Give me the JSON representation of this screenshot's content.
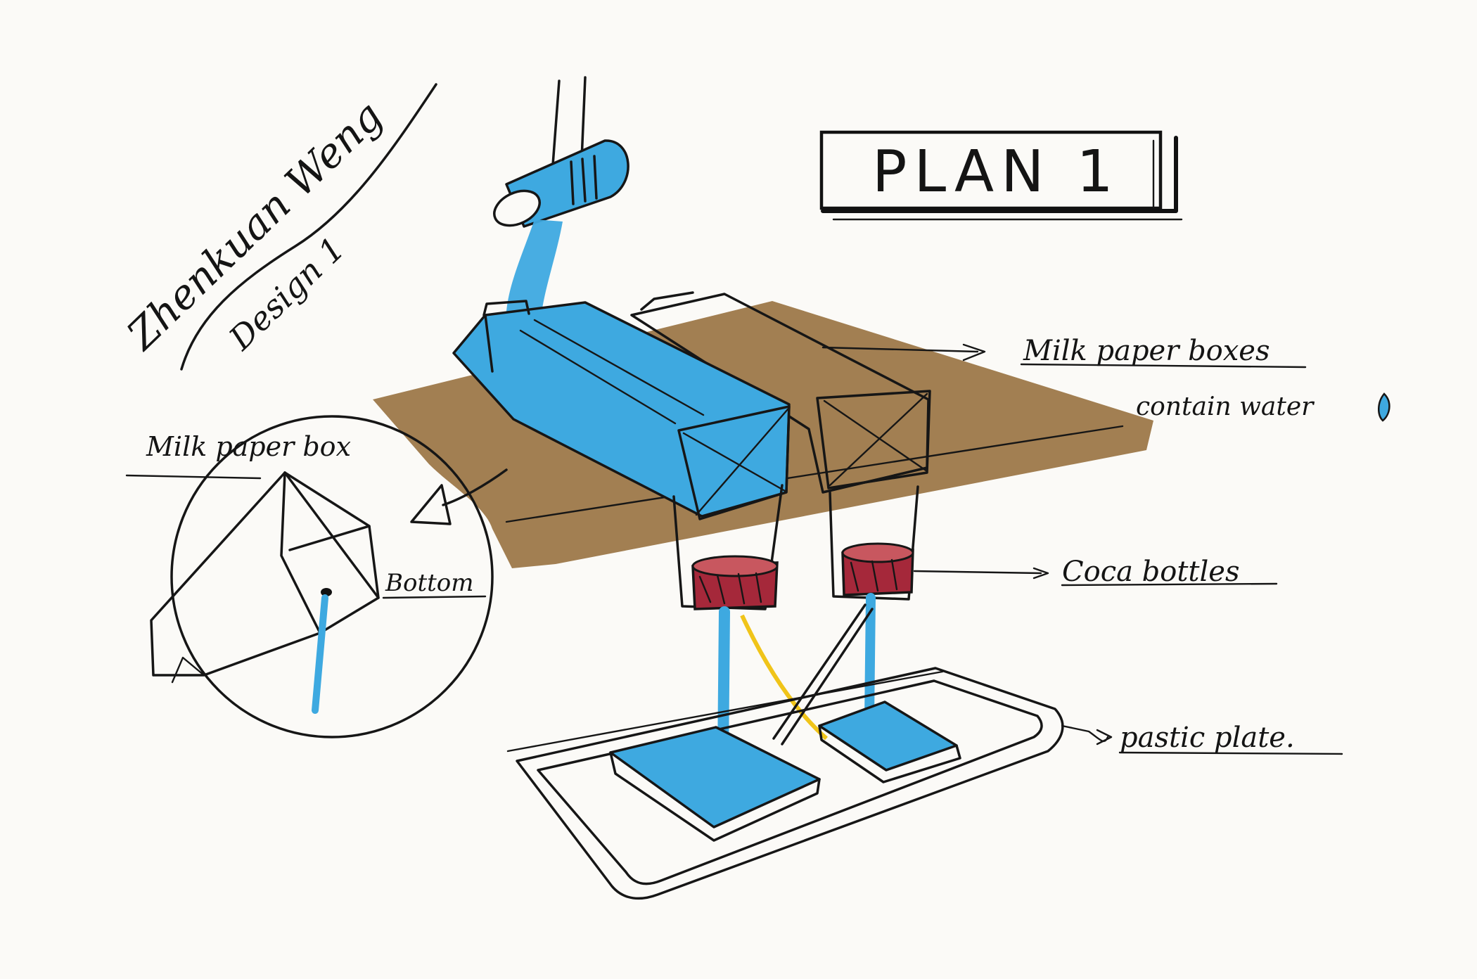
{
  "signature": {
    "author": "Zhenkuan Weng",
    "design": "Design 1"
  },
  "title": "PLAN 1",
  "labels": {
    "milk_boxes": "Milk paper boxes",
    "contain_water": "contain water",
    "milk_box": "Milk paper box",
    "bottom": "Bottom",
    "coca_bottles": "Coca bottles",
    "plastic_plate": "pastic plate."
  },
  "colors": {
    "water": "#3ea9e0",
    "cardboard": "#9a7443",
    "ink": "#161616",
    "cap": "#a5283a",
    "straw": "#f0c419",
    "paper": "#fbfaf7"
  }
}
